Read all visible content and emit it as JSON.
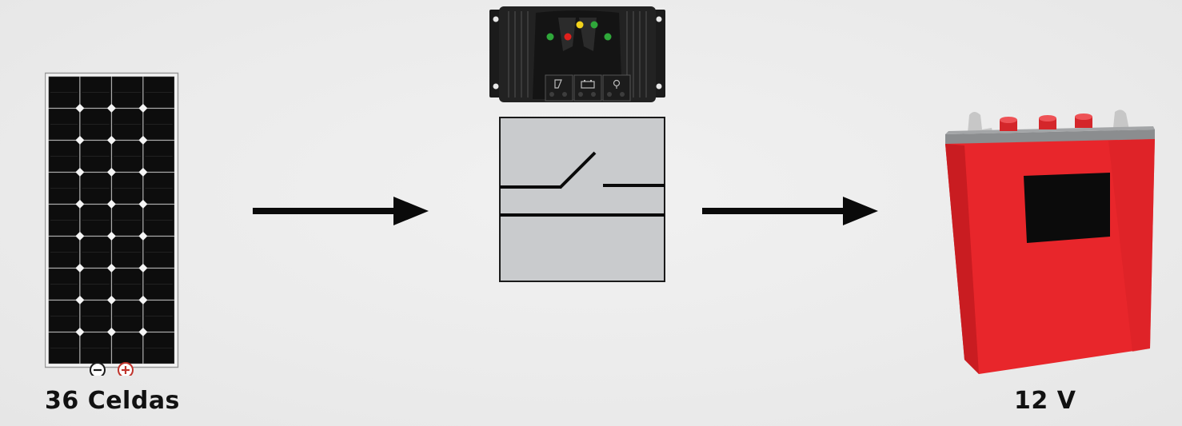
{
  "panel": {
    "label": "36 Celdas",
    "cell_count": 36,
    "terminals": {
      "negative": "⊖",
      "positive": "⊕"
    }
  },
  "controller": {
    "icons": [
      "panel-icon",
      "battery-icon",
      "bulb-icon"
    ],
    "led_colors": [
      "#2fa83a",
      "#e0201c",
      "#f2d21b",
      "#2fa83a",
      "#2fa83a"
    ]
  },
  "switch_symbol": {
    "state": "open"
  },
  "battery": {
    "label": "12 V",
    "body_color": "#e8262b"
  },
  "arrows": [
    "panel-to-controller-arrow",
    "controller-to-battery-arrow"
  ]
}
